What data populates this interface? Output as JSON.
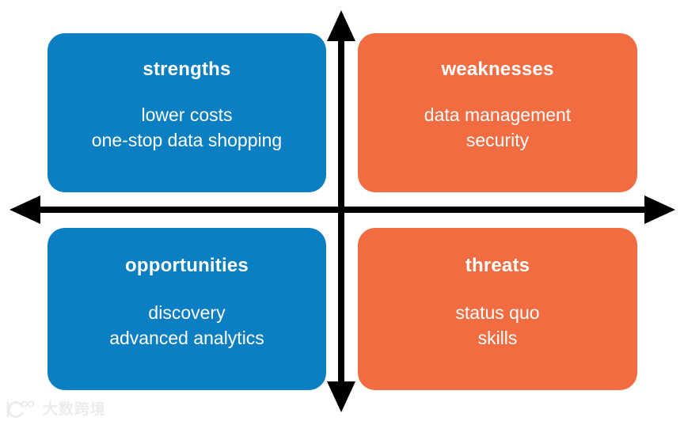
{
  "diagram": {
    "type": "swot-matrix",
    "background_color": "#ffffff",
    "axis_color": "#000000",
    "colors": {
      "strengths": "#0b7fc1",
      "weaknesses": "#f16c41",
      "opportunities": "#0b7fc1",
      "threats": "#f16c41",
      "text": "#ffffff",
      "watermark": "#ececec"
    },
    "quadrants": [
      {
        "key": "strengths",
        "position": "top-left",
        "title": "strengths",
        "color": "#0b7fc1",
        "items": [
          "lower costs",
          "one-stop data shopping"
        ]
      },
      {
        "key": "weaknesses",
        "position": "top-right",
        "title": "weaknesses",
        "color": "#f16c41",
        "items": [
          "data management",
          "security"
        ]
      },
      {
        "key": "opportunities",
        "position": "bottom-left",
        "title": "opportunities",
        "color": "#0b7fc1",
        "items": [
          "discovery",
          "advanced analytics"
        ]
      },
      {
        "key": "threats",
        "position": "bottom-right",
        "title": "threats",
        "color": "#f16c41",
        "items": [
          "status quo",
          "skills"
        ]
      }
    ]
  },
  "watermark": {
    "logo_icon": "dashuokuajing-logo-icon",
    "text": "大数跨境"
  }
}
